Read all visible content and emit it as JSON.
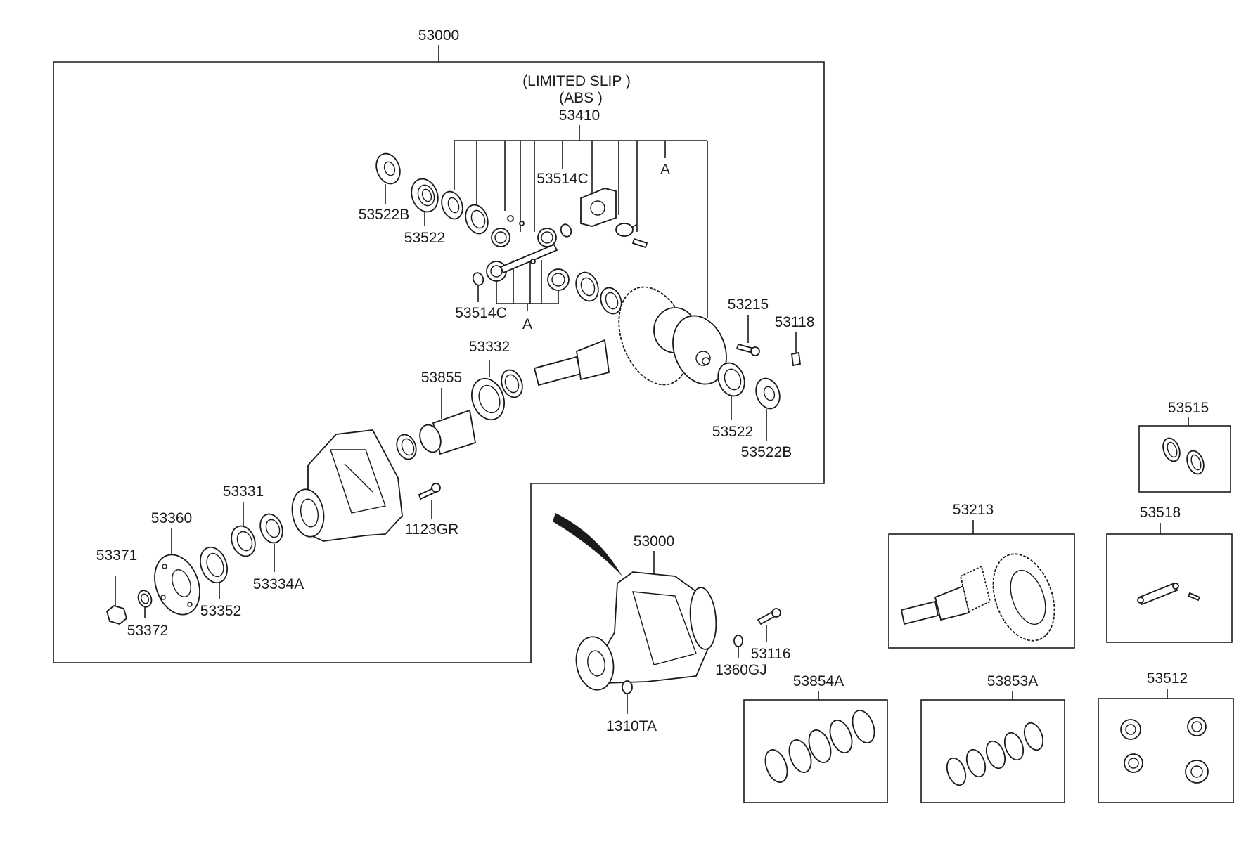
{
  "diagram": {
    "labels": {
      "l53000_top": "53000",
      "limited_slip": "(LIMITED SLIP )",
      "abs": "(ABS )",
      "l53410": "53410",
      "l53514c_top": "53514C",
      "a_top": "A",
      "l53522b_top": "53522B",
      "l53522_top": "53522",
      "l53514c_bottom": "53514C",
      "a_bottom": "A",
      "l53215": "53215",
      "l53118": "53118",
      "l53332": "53332",
      "l53855": "53855",
      "l53522_right": "53522",
      "l53522b_right": "53522B",
      "l53331": "53331",
      "l53360": "53360",
      "l53371": "53371",
      "l53352": "53352",
      "l53334a": "53334A",
      "l1123gr": "1123GR",
      "l53372": "53372",
      "l53000_assy": "53000",
      "l53116": "53116",
      "l1360gj": "1360GJ",
      "l1310ta": "1310TA",
      "l53515": "53515",
      "l53213": "53213",
      "l53518": "53518",
      "l53854a": "53854A",
      "l53853a": "53853A",
      "l53512": "53512"
    }
  }
}
